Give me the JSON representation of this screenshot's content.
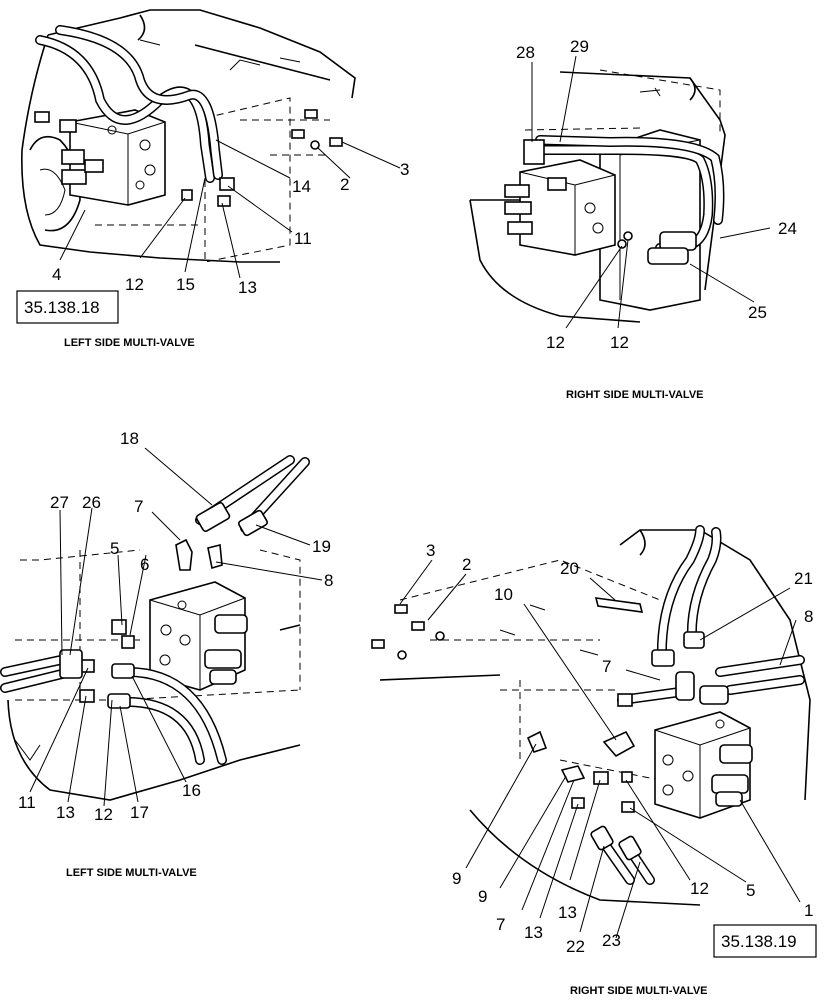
{
  "captions": {
    "top_left": "LEFT SIDE MULTI-VALVE",
    "top_right": "RIGHT SIDE MULTI-VALVE",
    "bottom_left": "LEFT SIDE MULTI-VALVE",
    "bottom_right": "RIGHT SIDE MULTI-VALVE"
  },
  "refs": {
    "top": "35.138.18",
    "bottom": "35.138.19"
  },
  "callouts": {
    "tl": [
      "2",
      "3",
      "14",
      "11",
      "4",
      "12",
      "15",
      "13"
    ],
    "tr": [
      "28",
      "29",
      "24",
      "25",
      "12",
      "12"
    ],
    "bl": [
      "18",
      "27",
      "26",
      "7",
      "19",
      "5",
      "6",
      "8",
      "11",
      "13",
      "12",
      "17",
      "16"
    ],
    "br": [
      "3",
      "2",
      "20",
      "10",
      "21",
      "8",
      "7",
      "9",
      "9",
      "7",
      "13",
      "13",
      "22",
      "23",
      "12",
      "5",
      "1"
    ]
  }
}
